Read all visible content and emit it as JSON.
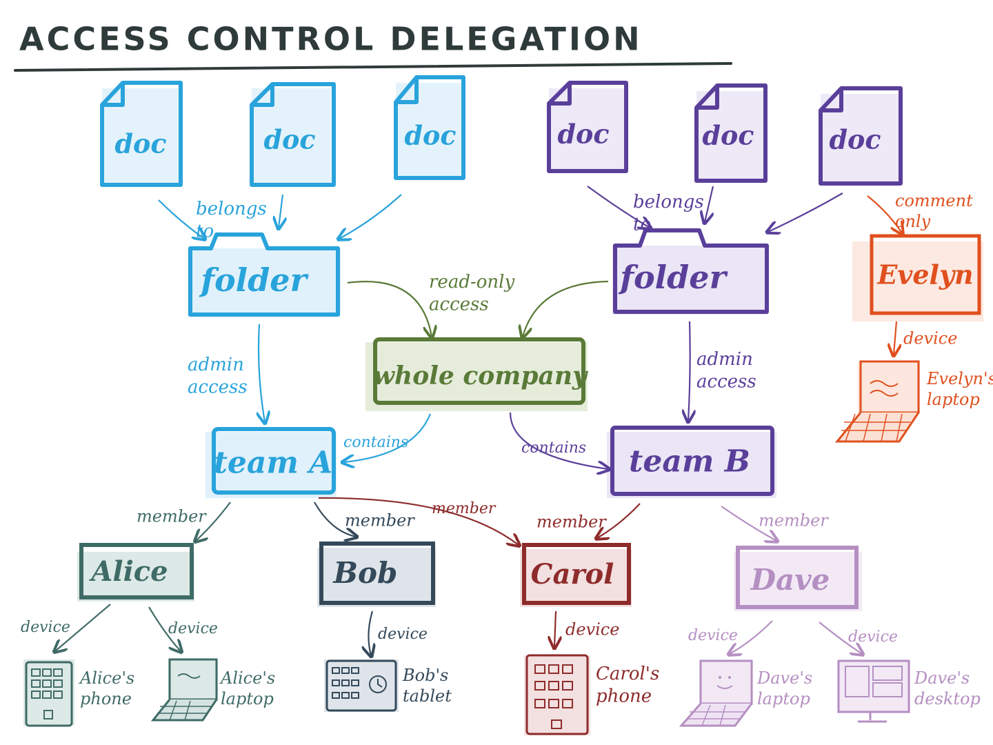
{
  "title": "ACCESS CONTROL DELEGATION",
  "colors": {
    "blue": "#29a3db",
    "purple": "#5a3f9a",
    "green": "#5a7a38",
    "orange": "#e0501e",
    "teal": "#3f6b67",
    "slate": "#34495a",
    "darkred": "#8e2b2b",
    "lilac": "#b58fc2",
    "ink": "#2f3a3a"
  },
  "docs": {
    "left": [
      "doc",
      "doc",
      "doc"
    ],
    "right": [
      "doc",
      "doc",
      "doc"
    ]
  },
  "nodes": {
    "folder_a": "folder",
    "folder_b": "folder",
    "whole_company": "whole company",
    "team_a": "team A",
    "team_b": "team B",
    "evelyn": "Evelyn",
    "alice": "Alice",
    "bob": "Bob",
    "carol": "Carol",
    "dave": "Dave"
  },
  "edges": {
    "belongs_to_left": "belongs to",
    "belongs_to_right": "belongs to",
    "comment_only": "comment only",
    "read_only_access": "read-only access",
    "admin_access_left": "admin access",
    "admin_access_right": "admin access",
    "contains_left": "contains",
    "contains_right": "contains",
    "member_alice": "member",
    "member_bob": "member",
    "member_carol_a": "member",
    "member_carol_b": "member",
    "member_dave": "member",
    "device_evelyn": "device",
    "device_alice_phone": "device",
    "device_alice_laptop": "device",
    "device_bob": "device",
    "device_carol": "device",
    "device_dave_laptop": "device",
    "device_dave_desktop": "device"
  },
  "devices": {
    "evelyn_laptop": "Evelyn's laptop",
    "alice_phone": "Alice's phone",
    "alice_laptop": "Alice's laptop",
    "bob_tablet": "Bob's tablet",
    "carol_phone": "Carol's phone",
    "dave_laptop": "Dave's laptop",
    "dave_desktop": "Dave's desktop"
  }
}
